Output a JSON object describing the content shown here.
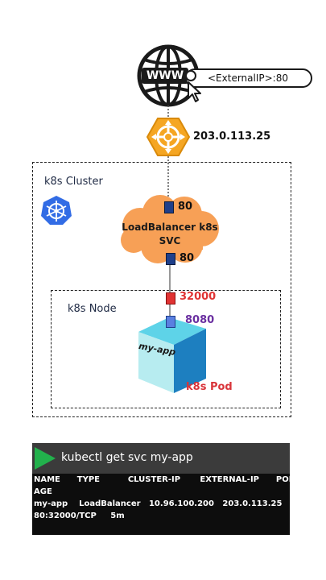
{
  "internet": {
    "www_label": "WWW",
    "url": "<ExternalIP>:80"
  },
  "gateway": {
    "ip": "203.0.113.25"
  },
  "cluster": {
    "title": "k8s Cluster",
    "service": {
      "line1": "LoadBalancer k8s",
      "line2": "SVC",
      "port_in": "80",
      "port_out": "80"
    },
    "node": {
      "title": "k8s Node",
      "node_port": "32000",
      "pod_port": "8080",
      "app_label": "my-app",
      "pod_label": "k8s Pod"
    }
  },
  "terminal": {
    "command": "kubectl get svc my-app",
    "lines": [
      "NAME      TYPE          CLUSTER-IP       EXTERNAL-IP      PORT(S)",
      "AGE",
      "my-app    LoadBalancer   10.96.100.200   203.0.113.25",
      "80:32000/TCP     5m"
    ]
  },
  "colors": {
    "gateway_orange": "#f5a623",
    "cloud_orange": "#f7a056",
    "k8s_blue": "#326ce5",
    "port_blue": "#1f3f8a",
    "port_red": "#e03333",
    "port_purple": "#6a2fa0",
    "pod_red": "#d9343a",
    "cube_top": "#5ed3e8",
    "cube_front": "#b7ecf0",
    "cube_side": "#1d7fc0",
    "terminal_green": "#22b14c"
  }
}
